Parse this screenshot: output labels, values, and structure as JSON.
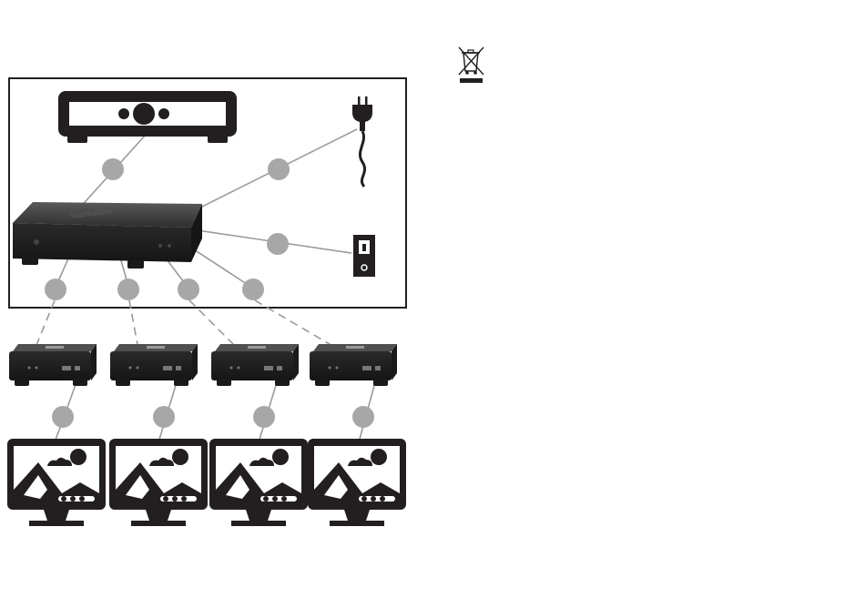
{
  "diagram": {
    "brand_label": "manhattan",
    "connection_markers": [
      "",
      "",
      "",
      "",
      "",
      "",
      "",
      "",
      "",
      "",
      ""
    ],
    "receiver_count": 4,
    "display_count": 4
  },
  "icons": {
    "source_device": "set-top-box-icon",
    "power": "power-plug-icon",
    "switch": "power-switch-icon",
    "hub": "hdmi-splitter-transmitter-icon",
    "receiver": "hdmi-receiver-icon",
    "display": "monitor-icon",
    "weee": "crossed-out-wheelie-bin-icon"
  },
  "colors": {
    "ink": "#231f20",
    "marker": "#a7a7a7",
    "cable": "#9a9a9a",
    "device_dark": "#2b2b2b",
    "device_top": "#4a4a4a",
    "screen_white": "#ffffff"
  }
}
